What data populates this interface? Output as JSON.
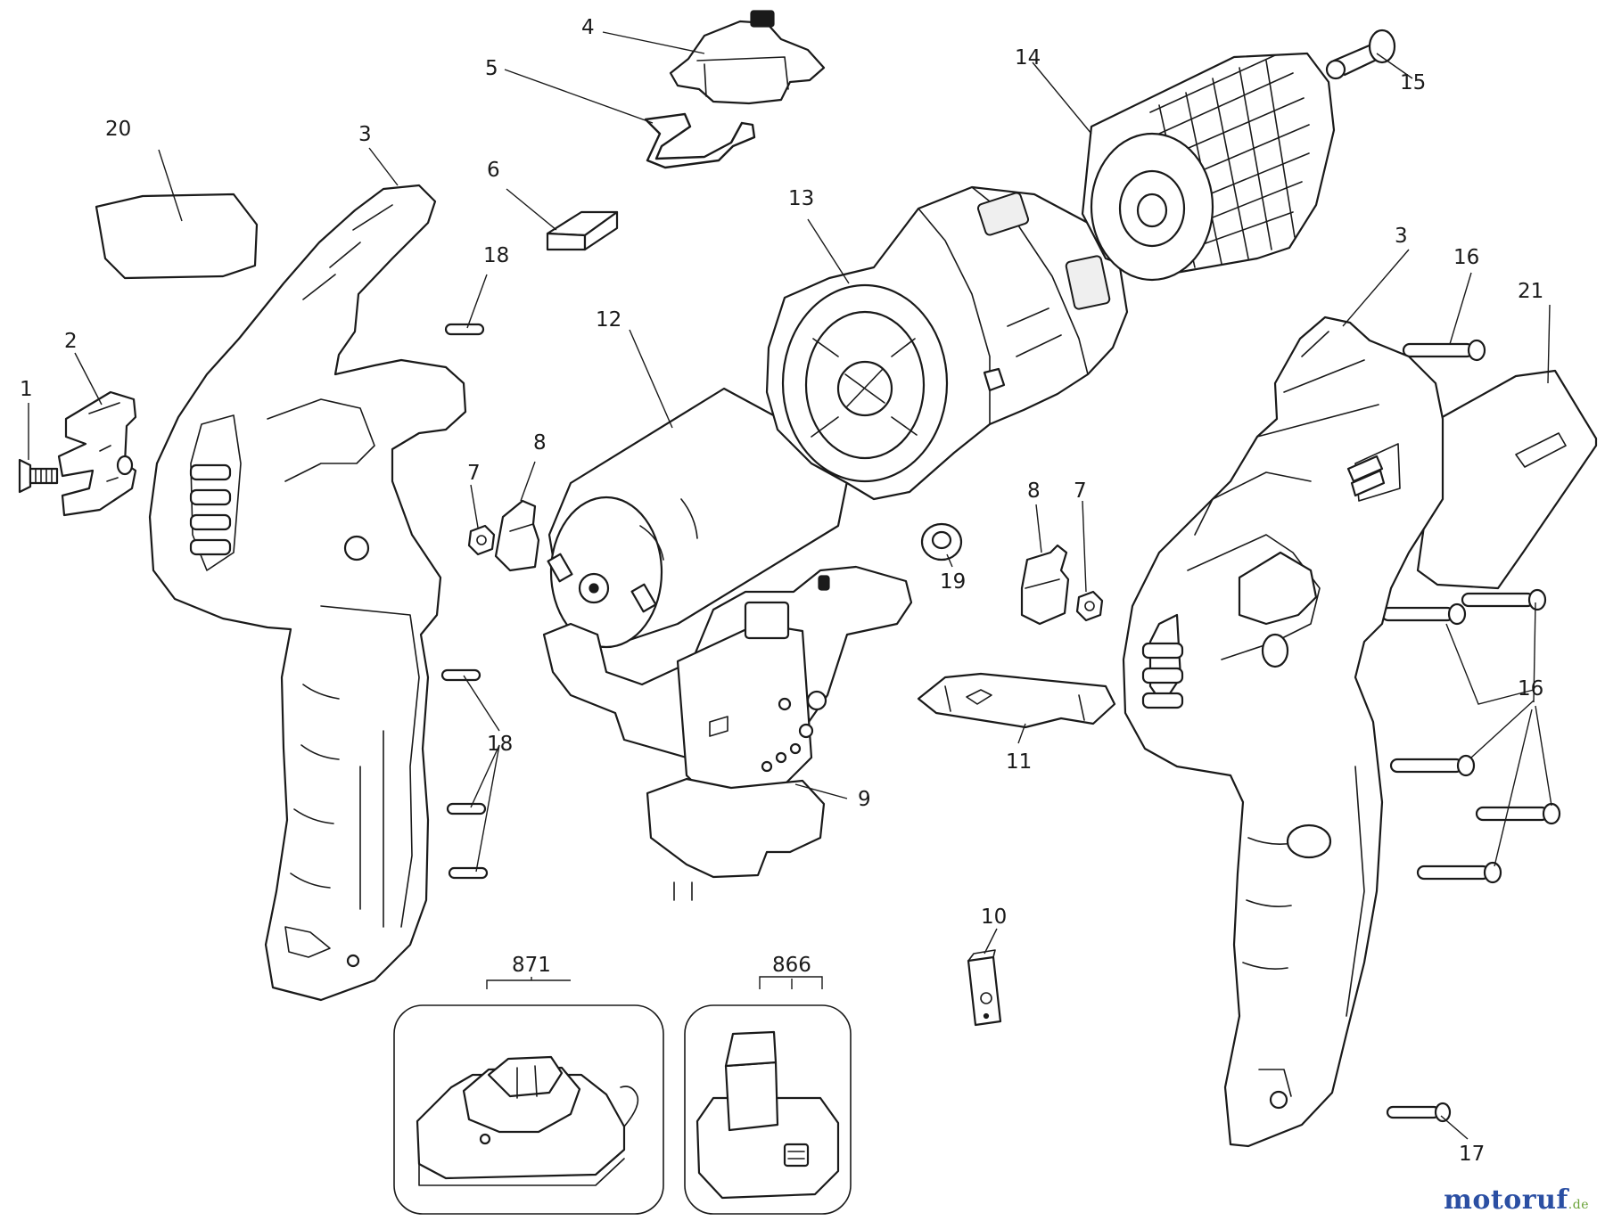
{
  "callouts": {
    "c1": "1",
    "c2": "2",
    "c3a": "3",
    "c3b": "3",
    "c4": "4",
    "c5": "5",
    "c6": "6",
    "c7a": "7",
    "c7b": "7",
    "c8a": "8",
    "c8b": "8",
    "c9": "9",
    "c10": "10",
    "c11": "11",
    "c12": "12",
    "c13": "13",
    "c14": "14",
    "c15": "15",
    "c16a": "16",
    "c16b": "16",
    "c17": "17",
    "c18a": "18",
    "c18b": "18",
    "c19": "19",
    "c20": "20",
    "c21": "21",
    "c871": "871",
    "c866": "866"
  },
  "watermark": {
    "brand": "motoruf",
    "domain": ".de",
    "text": "motoruf.de"
  },
  "colors": {
    "line": "#1a1a1a",
    "background": "#ffffff",
    "watermark_blue": "#2b4fa3",
    "watermark_green": "#6aa338"
  }
}
